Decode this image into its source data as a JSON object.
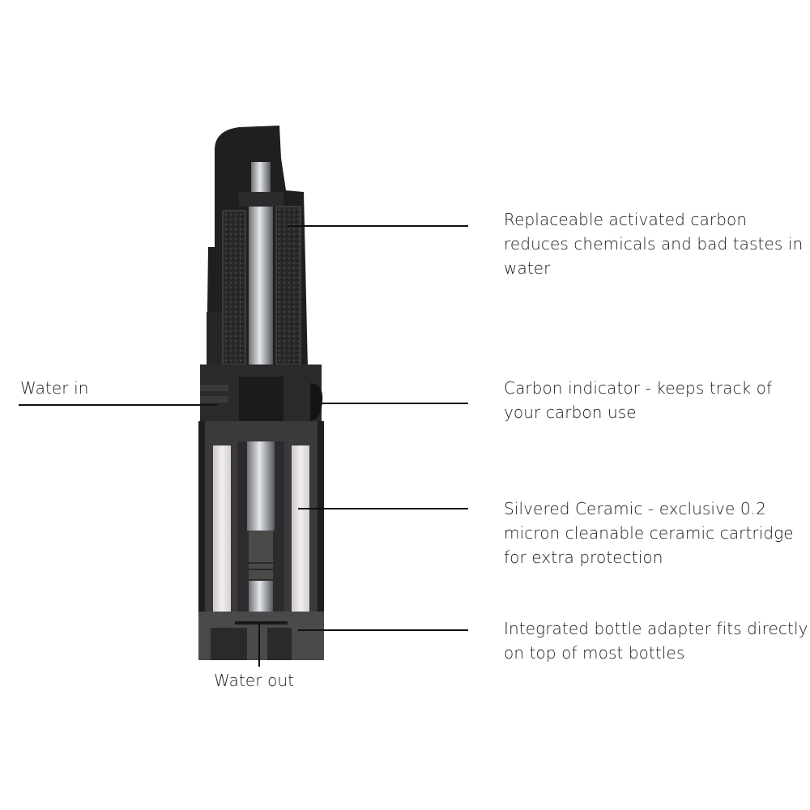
{
  "diagram": {
    "subject": "water filter cartridge cutaway",
    "colors": {
      "background": "#ffffff",
      "housing": "#1f1f1f",
      "housing_light": "#3a3a3c",
      "ceramic": "#e8e2e2",
      "seal_red": "#d42a3a",
      "rod": "#b9bcc0",
      "leader_line": "#111111",
      "text": "#1a1a1a"
    },
    "callouts": {
      "water_in": {
        "text": "Water in"
      },
      "water_out": {
        "text": "Water out"
      },
      "carbon": {
        "line1": "Replaceable activated carbon",
        "line2": "reduces chemicals and bad tastes in",
        "line3": "water"
      },
      "indicator": {
        "line1": "Carbon indicator - keeps track of",
        "line2": "your carbon use"
      },
      "ceramic": {
        "line1": "Silvered Ceramic - exclusive 0.2",
        "line2": "micron cleanable ceramic cartridge",
        "line3": "for extra protection"
      },
      "adapter": {
        "line1": "Integrated bottle adapter fits directly",
        "line2": "on top of most bottles"
      }
    }
  }
}
